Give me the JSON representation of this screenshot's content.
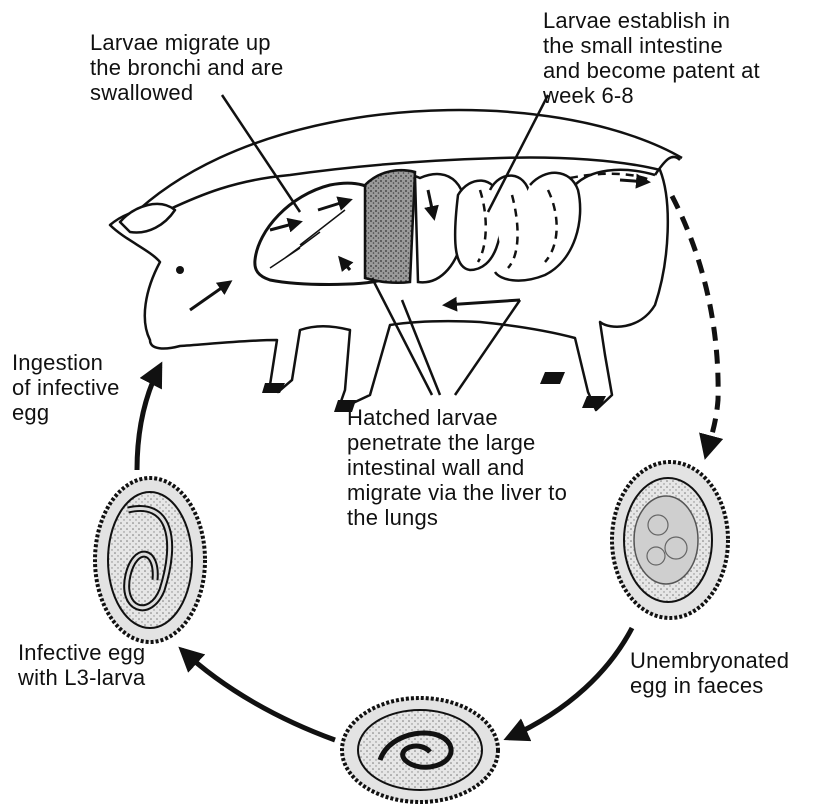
{
  "labels": {
    "migrate_bronchi": "Larvae migrate up\nthe bronchi and are\nswallowed",
    "establish_intestine": "Larvae establish in\nthe small intestine\nand become patent at\nweek 6-8",
    "ingestion": "Ingestion\nof infective\negg",
    "hatched_larvae": "Hatched larvae\npenetrate the large\nintestinal wall and\nmigrate via the liver to\nthe lungs",
    "infective_egg": "Infective egg\nwith L3-larva",
    "unembryonated_egg": "Unembryonated\negg in faeces"
  },
  "colors": {
    "ink": "#111111",
    "egg_fill": "#dcdcdc",
    "egg_shell": "#bdbdbd"
  }
}
